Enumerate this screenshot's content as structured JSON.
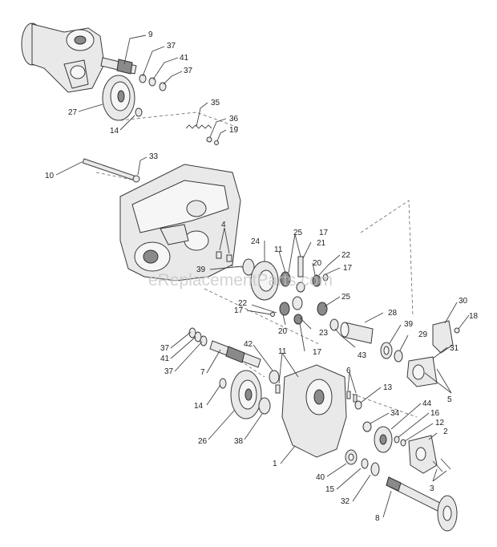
{
  "diagram": {
    "watermark": "eReplacementParts.com",
    "callouts": {
      "c9": "9",
      "c37a": "37",
      "c41a": "41",
      "c37b": "37",
      "c27": "27",
      "c14a": "14",
      "c35": "35",
      "c36": "36",
      "c19": "19",
      "c33": "33",
      "c10": "10",
      "c4": "4",
      "c24": "24",
      "c25a": "25",
      "c11a": "11",
      "c17a": "17",
      "c21": "21",
      "c20a": "20",
      "c22a": "22",
      "c17b": "17",
      "c39a": "39",
      "c25b": "25",
      "c22b": "22",
      "c17c": "17",
      "c20b": "20",
      "c23": "23",
      "c17d": "17",
      "c28": "28",
      "c43": "43",
      "c39b": "39",
      "c29": "29",
      "c30": "30",
      "c18": "18",
      "c31": "31",
      "c5": "5",
      "c37c": "37",
      "c41b": "41",
      "c37d": "37",
      "c7": "7",
      "c42": "42",
      "c11b": "11",
      "c6": "6",
      "c13": "13",
      "c14b": "14",
      "c26": "26",
      "c38": "38",
      "c34": "34",
      "c44": "44",
      "c16": "16",
      "c12": "12",
      "c2": "2",
      "c1": "1",
      "c40": "40",
      "c15": "15",
      "c3": "3",
      "c32": "32",
      "c8": "8"
    }
  }
}
